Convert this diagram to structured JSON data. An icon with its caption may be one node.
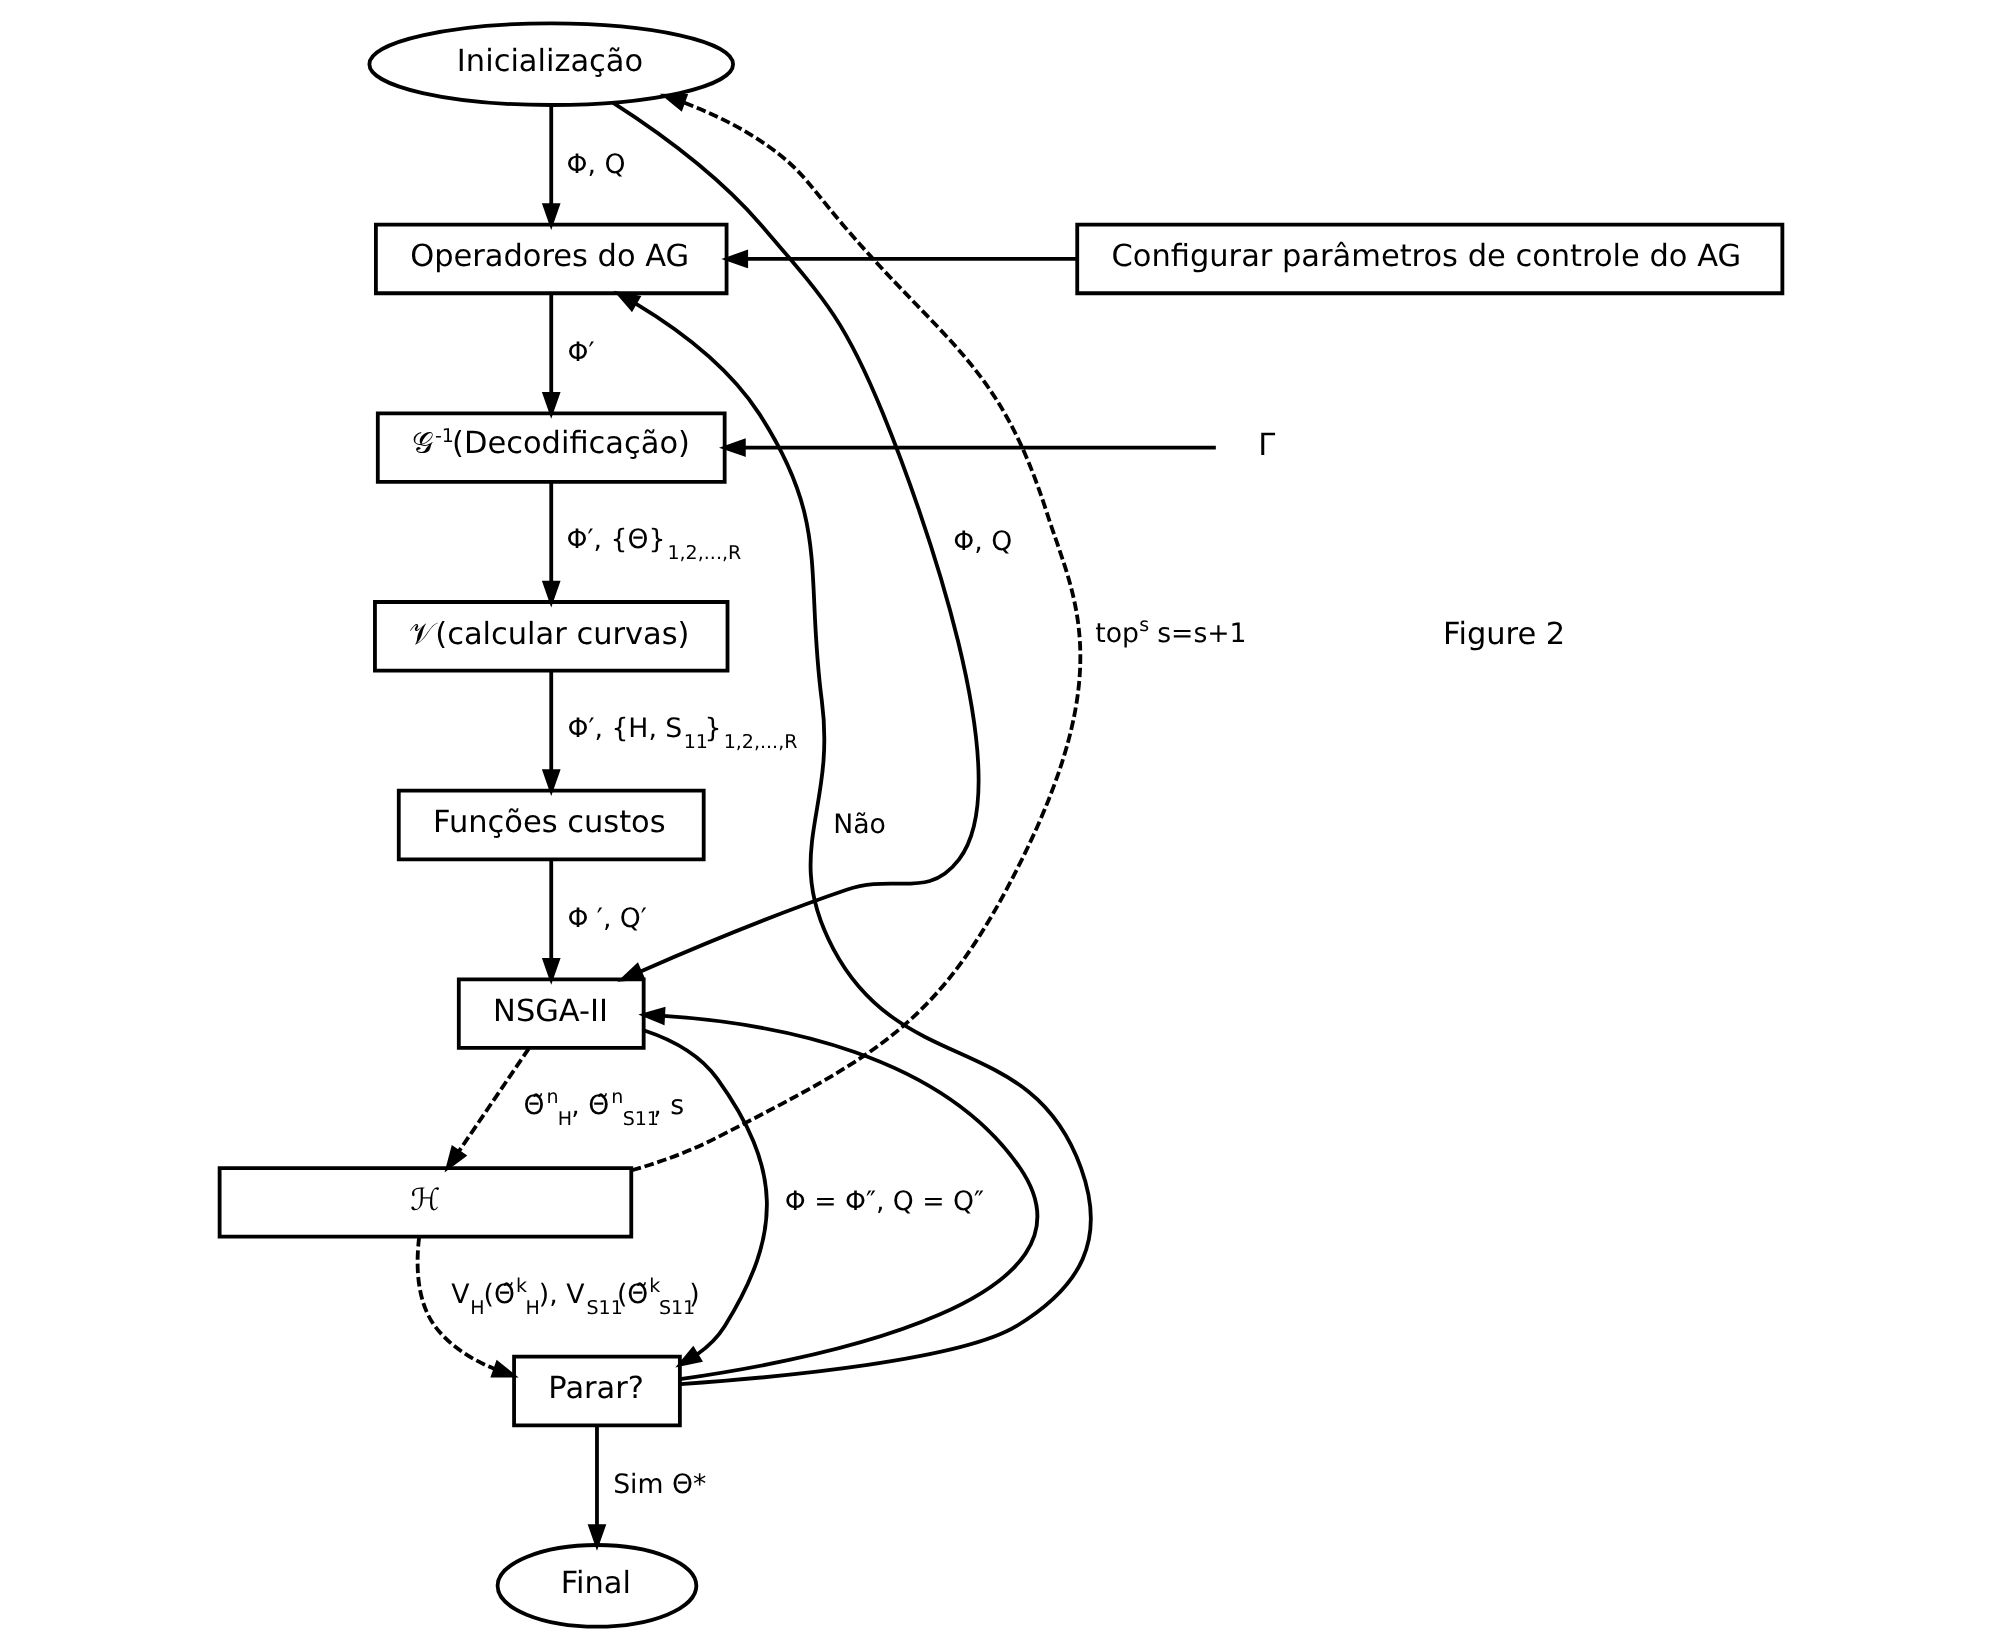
{
  "diagram": {
    "nodes": [
      {
        "text": [
          "Inicialização"
        ]
      },
      {
        "text": [
          "Operadores do AG"
        ]
      },
      {
        "text": [
          "Configurar parâmetros de controle do AG"
        ]
      },
      {
        "text": [
          "𝒢$^{-1}$(Decodificação)"
        ]
      },
      {
        "text": [
          "Γ"
        ]
      },
      {
        "text": [
          "𝒱(calcular curvas)"
        ]
      },
      {
        "text": [
          "Funções custos"
        ]
      },
      {
        "text": [
          "NSGA-II"
        ]
      },
      {
        "text": [
          "ℋ"
        ]
      },
      {
        "text": [
          "Parar?"
        ]
      },
      {
        "text": [
          "Final"
        ]
      }
    ],
    "edges": [
      {
        "from": 0,
        "to": 1,
        "arrow": "to",
        "label": "Φ, Q"
      },
      {
        "from": 0,
        "to": 7,
        "arrow": "to",
        "label": "Φ, Q"
      },
      {
        "from": 2,
        "to": 1,
        "arrow": "to"
      },
      {
        "from": 1,
        "to": 3,
        "arrow": "to",
        "label": "Φ′"
      },
      {
        "from": 4,
        "to": 3,
        "arrow": "to"
      },
      {
        "from": 3,
        "to": 5,
        "arrow": "to",
        "label": "Φ′, {Θ}$_{1,2,...,R}$"
      },
      {
        "from": 5,
        "to": 6,
        "arrow": "to",
        "label": "Φ′, {H, S$_{11}$}$_{1,2,...,R}$"
      },
      {
        "from": 6,
        "to": 7,
        "arrow": "to",
        "label": "Φ ′, Q′"
      },
      {
        "from": 7,
        "to": 9,
        "arrow": "to",
        "label": "Φ = Φ″, Q = Q″"
      },
      {
        "from": 7,
        "to": 8,
        "arrow": "to",
        "style": "dashed",
        "label": "Θ̃$^{n}$$_{H}$, Θ̃$^{n}$$_{S11}$, s"
      },
      {
        "from": 8,
        "to": 0,
        "arrow": "to",
        "style": "dashed",
        "label": "top$^{s}$ s=s+1"
      },
      {
        "from": 8,
        "to": 9,
        "arrow": "to",
        "style": "dashed",
        "label": "V$_{H}$(Θ̃$^{k}$$_{H}$), V$_{S11}$(Θ̃$^{k}$$_{S11}$)"
      },
      {
        "from": 9,
        "to": 1,
        "arrow": "to",
        "label": "Não"
      },
      {
        "from": 9,
        "to": 7,
        "arrow": "to"
      },
      {
        "from": 9,
        "to": 10,
        "arrow": "to",
        "label": "Sim Θ*"
      }
    ],
    "labels": [
      "Figure 2"
    ]
  }
}
